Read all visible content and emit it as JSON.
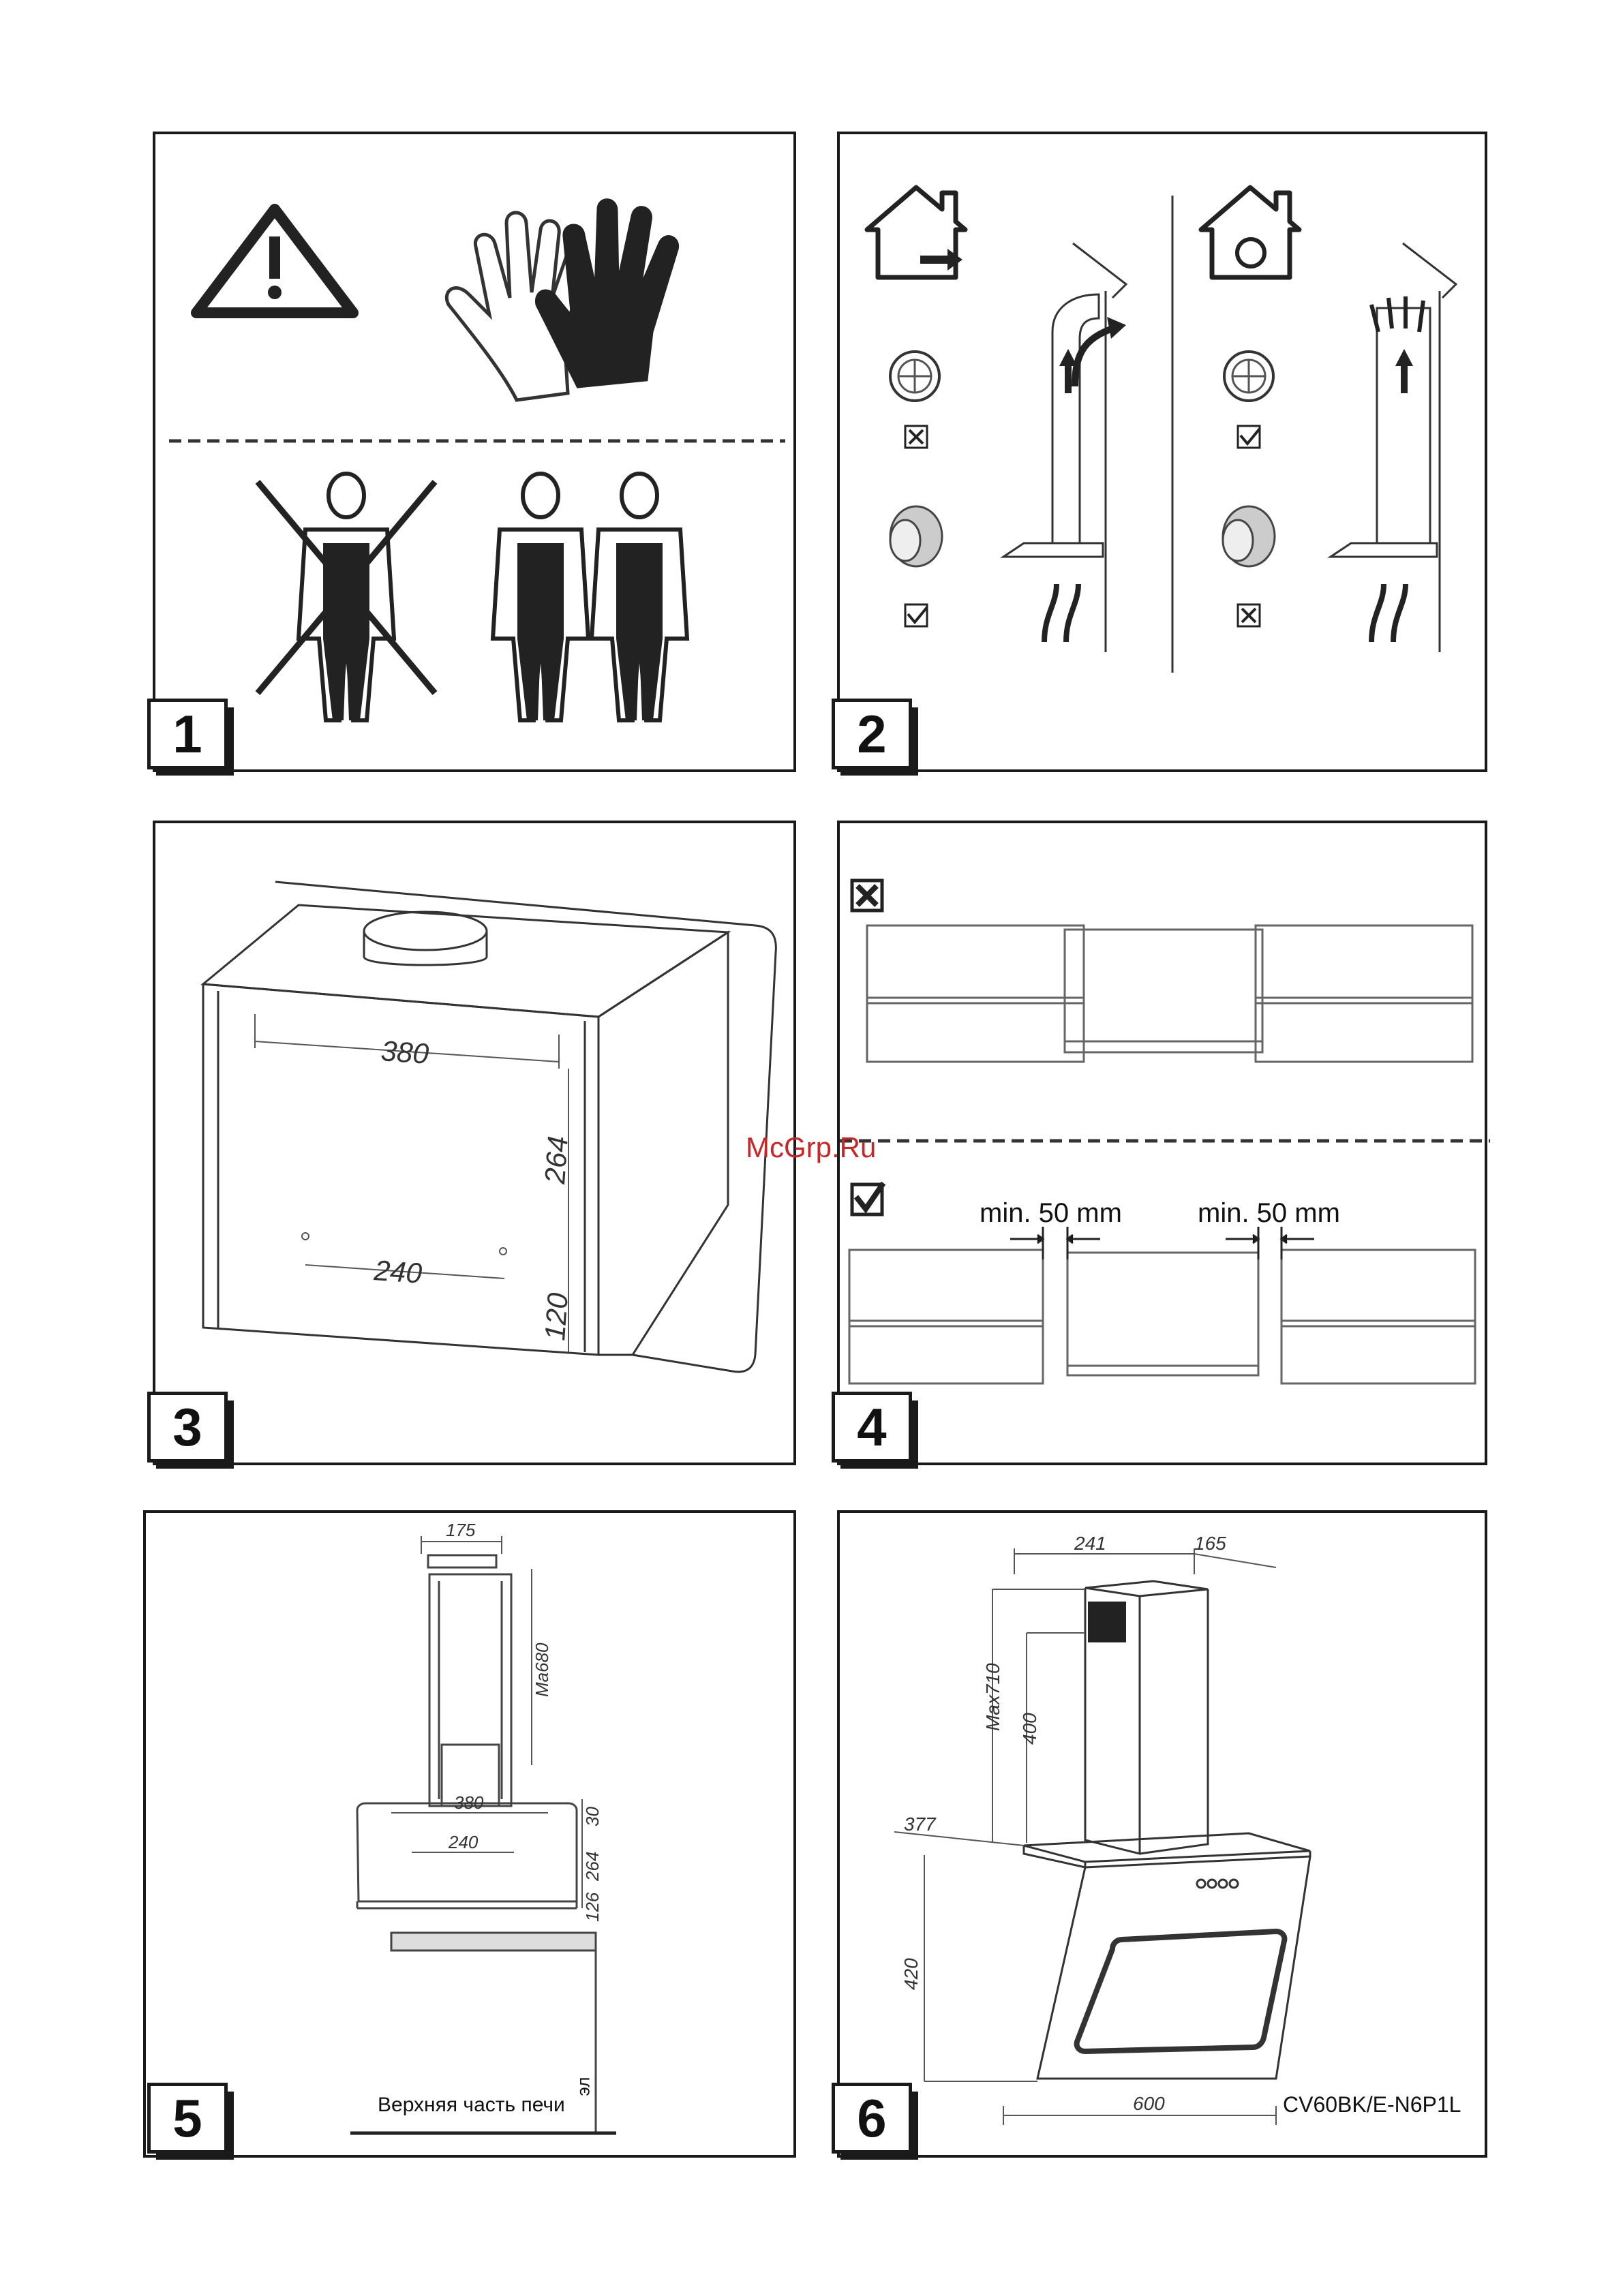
{
  "panels": [
    {
      "number": "1"
    },
    {
      "number": "2"
    },
    {
      "number": "3"
    },
    {
      "number": "4"
    },
    {
      "number": "5"
    },
    {
      "number": "6"
    }
  ],
  "panel3": {
    "dims": [
      "380",
      "264",
      "240",
      "120"
    ]
  },
  "panel4": {
    "min_left": "min. 50 mm",
    "min_right": "min. 50 mm"
  },
  "panel5": {
    "dims": [
      "175",
      "Ma680",
      "30",
      "380",
      "264",
      "240",
      "126"
    ],
    "stove_label": "Верхняя часть печи",
    "el_label": "эл"
  },
  "panel6": {
    "dims": [
      "241",
      "165",
      "Max710",
      "400",
      "377",
      "420",
      "600"
    ],
    "model": "CV60BK/E-N6P1L"
  },
  "watermark": "McGrp.Ru"
}
